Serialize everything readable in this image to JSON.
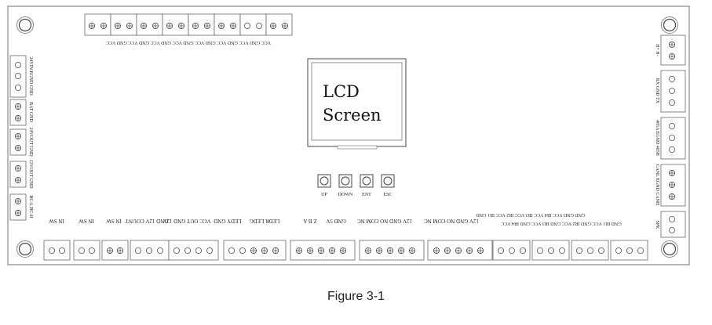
{
  "caption": "Figure 3-1",
  "lcd": {
    "line1": "LCD",
    "line2": "Screen"
  },
  "buttons": [
    "UP",
    "DOWN",
    "ENT",
    "ESC"
  ],
  "top_header_label": "VCC GND VCC GND VCC GND VCC GND VCC GND VCC GND VCC GND VCC",
  "left_connectors": [
    {
      "label": "24VIN EGND GND",
      "pins": 3,
      "type": "circle"
    },
    {
      "label": "BAT GND",
      "pins": 2,
      "type": "screw"
    },
    {
      "label": "24VOUT GND",
      "pins": 2,
      "type": "screw"
    },
    {
      "label": "12VOUT GND",
      "pins": 2,
      "type": "screw"
    },
    {
      "label": "BC-L BC-H",
      "pins": 2,
      "type": "screw"
    }
  ],
  "right_connectors": [
    {
      "label": "H+ H-",
      "pins": 2,
      "type": "screw"
    },
    {
      "label": "RX GND TX",
      "pins": 3,
      "type": "circle"
    },
    {
      "label": "485A EGND 485B",
      "pins": 3,
      "type": "circle"
    },
    {
      "label": "CANL EGND CANH",
      "pins": 3,
      "type": "screw"
    },
    {
      "label": "SPK",
      "pins": 2,
      "type": "circle"
    }
  ],
  "bottom_labels": {
    "in_sw1": "IN SW",
    "in_sw2": "IN SW",
    "in_sw3": "IN SW",
    "l12v": "12V",
    "gnd_count": "GND 12V COUNT",
    "cnt": "12V COUNT GND 12V",
    "out_vcc": "VCC OUT GND 12V",
    "ledy": "LEDY GND",
    "ledr": "LEDR LEDG",
    "l12v2": "12V",
    "zbavin": "Z B A",
    "gnd_5v": "GND 5V",
    "relay1": "12V GND NO COM NC",
    "relay2": "12V GND NO COM NC",
    "relay3": "NO COM NC",
    "ir_top": "GND GND VCC IR4 VCC IR3 VCC IR2 VCC IR1 GND",
    "ir_bot": "GND IR1 VCC GND IR2 VCC GND IR3 VCC GND IR4 VCC",
    "ir_row": "GND IR2 VCC IR1 GND"
  },
  "colors": {
    "line": "#555555",
    "border": "#888888"
  }
}
